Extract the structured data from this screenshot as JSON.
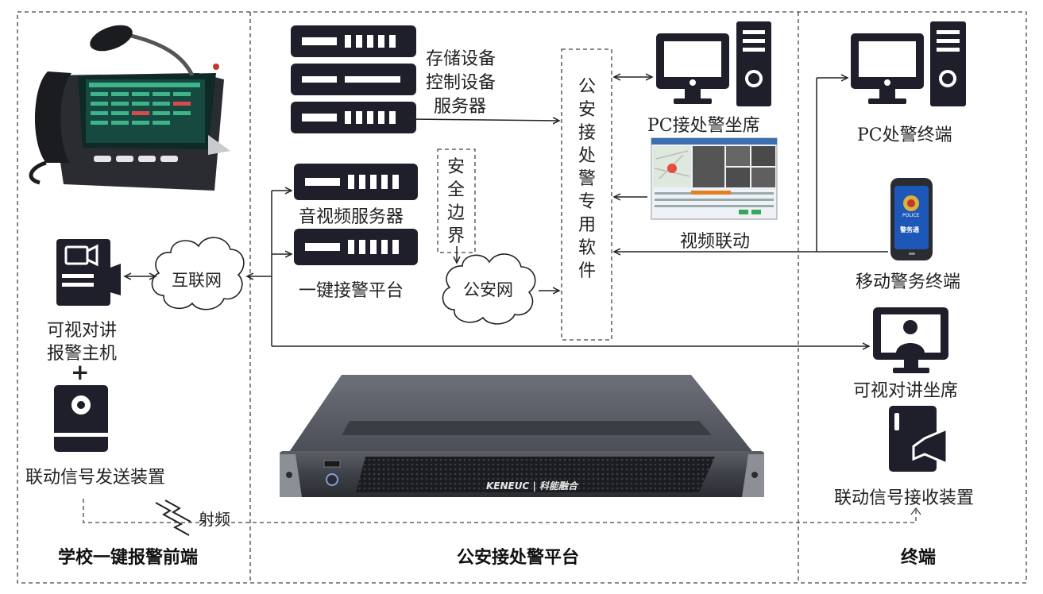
{
  "sections": {
    "left": "学校一键报警前端",
    "middle": "公安接处警平台",
    "right": "终端"
  },
  "labels": {
    "storage": [
      "存储设备",
      "控制设备",
      "服务器"
    ],
    "av_server": "音视频服务器",
    "one_key_platform": "一键接警平台",
    "security_border": "安全边界",
    "police_software": "公安接处警专用软件",
    "pc_seat": "PC接处警坐席",
    "video_link": "视频联动",
    "pc_terminal": "PC处警终端",
    "mobile_terminal": "移动警务终端",
    "intercom_seat": "可视对讲坐席",
    "link_receiver": "联动信号接收装置",
    "intercom_host": [
      "可视对讲",
      "报警主机"
    ],
    "plus": "+",
    "link_sender": "联动信号发送装置",
    "rf": "射频",
    "internet": "互联网",
    "police_net": "公安网",
    "device_brand": "KENEUC | 科能融合",
    "phone_badge": "警务通",
    "phone_police": "POLICE"
  },
  "colors": {
    "dark": "#1f1f2b",
    "line": "#333333",
    "dash": "#555555"
  }
}
